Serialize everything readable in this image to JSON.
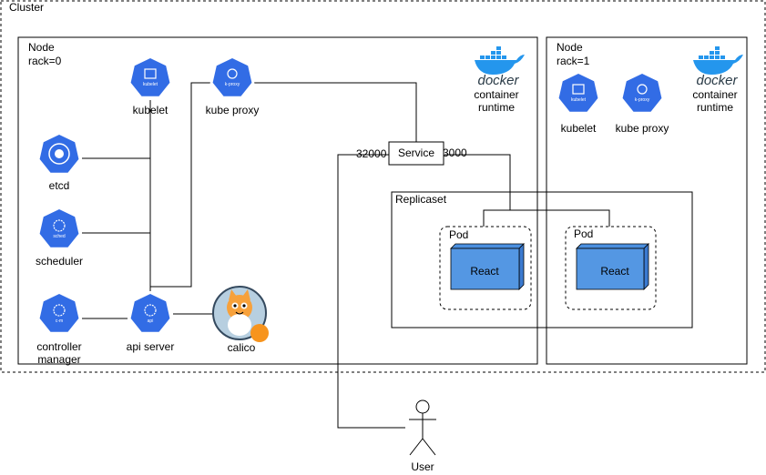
{
  "cluster": {
    "label": "Cluster"
  },
  "node0": {
    "title": "Node",
    "rack": "rack=0",
    "components": {
      "kubelet": {
        "label": "kubelet",
        "badge": "kubelet"
      },
      "kube_proxy": {
        "label": "kube proxy",
        "badge": "k-proxy"
      },
      "etcd": {
        "label": "etcd"
      },
      "scheduler": {
        "label": "scheduler",
        "badge": "sched"
      },
      "controller_manager": {
        "label_line1": "controller",
        "label_line2": "manager",
        "badge": "c-m"
      },
      "api_server": {
        "label": "api server",
        "badge": "api"
      },
      "calico": {
        "label": "calico"
      }
    },
    "runtime": {
      "logo": "docker",
      "label_line1": "container",
      "label_line2": "runtime"
    }
  },
  "node1": {
    "title": "Node",
    "rack": "rack=1",
    "components": {
      "kubelet": {
        "label": "kubelet",
        "badge": "kubelet"
      },
      "kube_proxy": {
        "label": "kube proxy",
        "badge": "k-proxy"
      }
    },
    "runtime": {
      "logo": "docker",
      "label_line1": "container",
      "label_line2": "runtime"
    }
  },
  "service": {
    "label": "Service",
    "node_port": "32000",
    "target_port": "3000"
  },
  "replicaset": {
    "label": "Replicaset",
    "pods": [
      {
        "label": "Pod",
        "container": "React"
      },
      {
        "label": "Pod",
        "container": "React"
      }
    ]
  },
  "user": {
    "label": "User"
  },
  "colors": {
    "k8s_blue": "#326ce5",
    "react_fill": "#4a8fdf",
    "calico_orange": "#f7941d"
  }
}
